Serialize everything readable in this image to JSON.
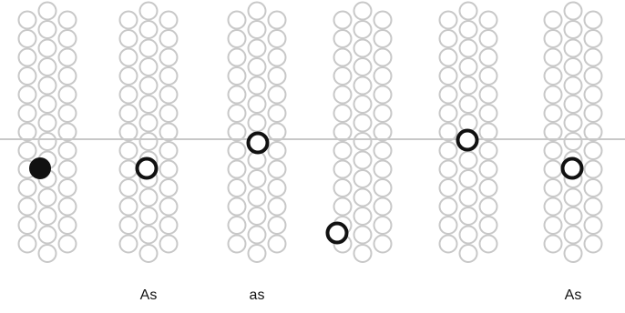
{
  "colors": {
    "background": "#ffffff",
    "ghost_circle": "#c8c8c8",
    "guide_line": "#c8c8c8",
    "marker_stroke": "#111111",
    "filled_marker": "#111111",
    "label_text": "#111111"
  },
  "diagram": {
    "strings": [
      {
        "marker": "filled"
      },
      {
        "marker": "open",
        "label": "As"
      },
      {
        "marker": "open",
        "label": "as"
      },
      {
        "marker": "open"
      },
      {
        "marker": "open"
      },
      {
        "marker": "open",
        "label": "As"
      }
    ]
  }
}
